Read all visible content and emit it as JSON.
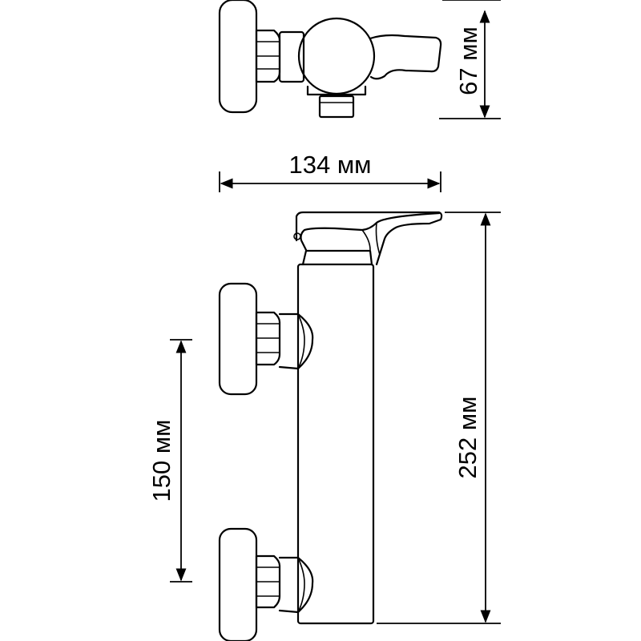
{
  "dimensions": {
    "depth": "67 мм",
    "width": "134 мм",
    "height": "252 мм",
    "spacing": "150 мм"
  },
  "colors": {
    "line": "#000000",
    "background": "#ffffff"
  }
}
